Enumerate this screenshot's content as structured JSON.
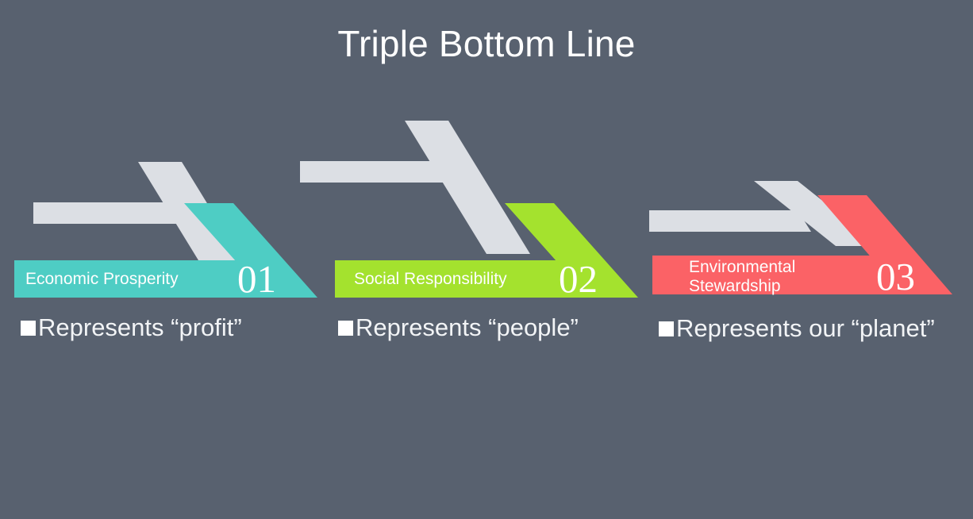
{
  "slide": {
    "title": "Triple Bottom Line",
    "background_color": "#58616f",
    "grey_arrow_color": "#dcdfe4",
    "text_color": "#ffffff"
  },
  "groups": [
    {
      "number": "01",
      "label": "Economic Prosperity",
      "bullet": "Represents “profit”",
      "accent_color": "#4ecdc4",
      "bullet_marker": "square-bullet-icon"
    },
    {
      "number": "02",
      "label": "Social Responsibility",
      "bullet": "Represents “people”",
      "accent_color": "#a4e22e",
      "bullet_marker": "square-bullet-icon"
    },
    {
      "number": "03",
      "label": "Environmental\nStewardship",
      "bullet": "Represents our “planet”",
      "accent_color": "#fb6266",
      "bullet_marker": "square-bullet-icon"
    }
  ]
}
